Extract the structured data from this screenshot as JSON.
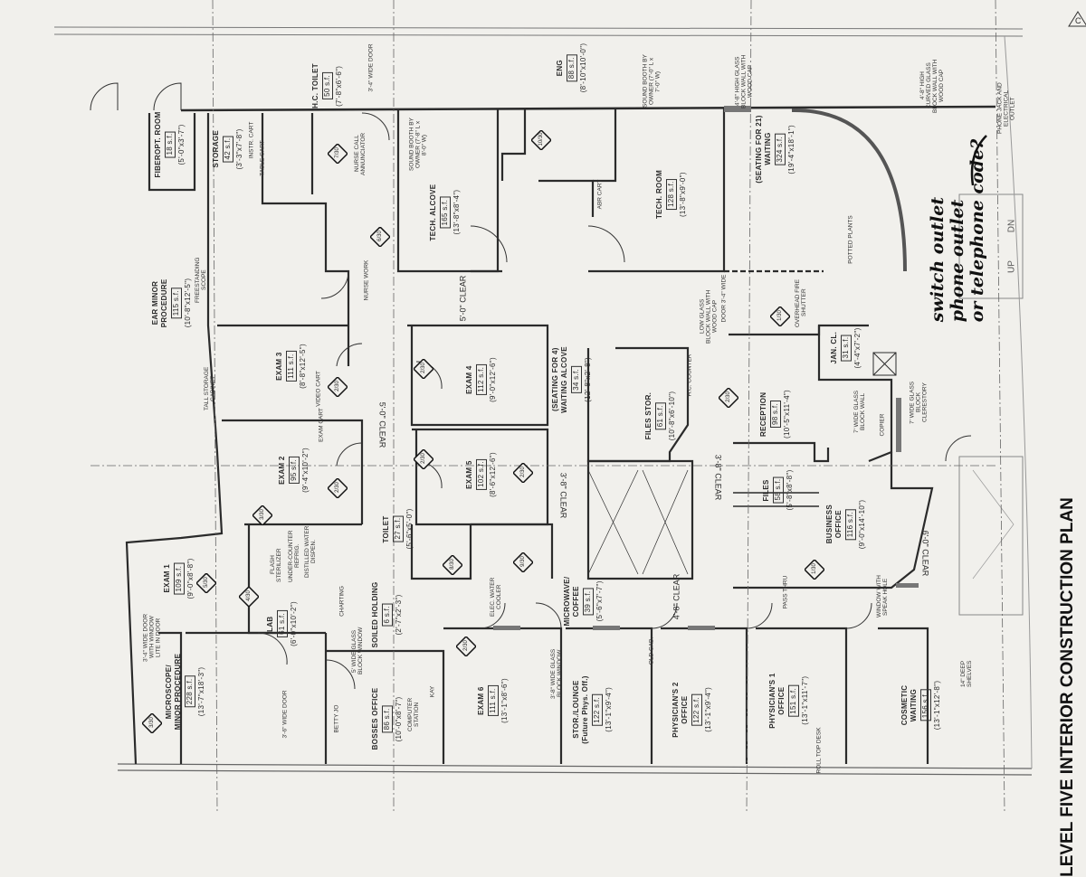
{
  "title": "LEVEL FIVE INTERIOR CONSTRUCTION PLAN",
  "revision_mark": "C",
  "handwritten_note": [
    "switch outlet",
    "phone outlet",
    "or telephone code?"
  ],
  "stair_labels": {
    "up": "UP",
    "down": "DN"
  },
  "rooms": [
    {
      "name": [
        "FIBEROPT. ROOM"
      ],
      "area": "18 s.f.",
      "dims": "(5'-0\"x3'-7\")"
    },
    {
      "name": [
        "STORAGE"
      ],
      "area": "42 s.f.",
      "dims": "(3'-3\"x7'-8\")"
    },
    {
      "name": [
        "H.C. TOILET"
      ],
      "area": "50 s.f.",
      "dims": "(7'-8\"x6'-6\")"
    },
    {
      "name": [
        "EAR MINOR",
        "PROCEDURE"
      ],
      "area": "115 s.f.",
      "dims": "(10'-8\"x12'-5\")"
    },
    {
      "name": [
        "EXAM 3"
      ],
      "area": "111 s.f.",
      "dims": "(8'-8\"x12'-5\")"
    },
    {
      "name": [
        "EXAM 2"
      ],
      "area": "95 s.f.",
      "dims": "(9'-4\"x10'-2\")"
    },
    {
      "name": [
        "EXAM 1"
      ],
      "area": "109 s.f.",
      "dims": "(9'-0\"x8'-8\")"
    },
    {
      "name": [
        "MICROSCOPE/",
        "MINOR PROCEDURE"
      ],
      "area": "228 s.f.",
      "dims": "(13'-7\"x18'-3\")"
    },
    {
      "name": [
        "LAB"
      ],
      "area": "61 s.f.",
      "dims": "(6'-0\"x10'-2\")"
    },
    {
      "name": [
        "SOILED HOLDING"
      ],
      "area": "6 s.f.",
      "dims": "(2'-7\"x2'-3\")"
    },
    {
      "name": [
        "BOSSES OFFICE"
      ],
      "area": "86 s.f.",
      "dims": "(10'-0\"x8'-7\")"
    },
    {
      "name": [
        "TOILET"
      ],
      "area": "27 s.f.",
      "dims": "(5'-6\"x5'-0\")"
    },
    {
      "name": [
        "EXAM 4"
      ],
      "area": "112 s.f.",
      "dims": "(9'-0\"x12'-6\")"
    },
    {
      "name": [
        "EXAM 5"
      ],
      "area": "102 s.f.",
      "dims": "(8'-6\"x12'-6\")"
    },
    {
      "name": [
        "TECH. ALCOVE"
      ],
      "area": "165 s.f.",
      "dims": "(13'-8\"x8'-4\")"
    },
    {
      "name": [
        "ENG"
      ],
      "area": "88 s.f.",
      "dims": "(8'-10\"x10'-0\")"
    },
    {
      "name": [
        "TECH. ROOM"
      ],
      "area": "128 s.f.",
      "dims": "(13'-8\"x9'-0\")"
    },
    {
      "name": [
        "(SEATING FOR 21)",
        "WAITING"
      ],
      "area": "324 s.f.",
      "dims": "(19'-4\"x18'-1\")"
    },
    {
      "name": [
        "(SEATING FOR 4)",
        "WAITING ALCOVE"
      ],
      "area": "34 s.f.",
      "dims": "(12'-8\"x2'-8\")"
    },
    {
      "name": [
        "FILES STOR."
      ],
      "area": "61 s.f.",
      "dims": "(10'-8\"x6'-10\")"
    },
    {
      "name": [
        "RECEPTION"
      ],
      "area": "98 s.f.",
      "dims": "(10'-5\"x11'-4\")"
    },
    {
      "name": [
        "JAN. CL."
      ],
      "area": "31 s.f.",
      "dims": "(4'-4\"x7'-2\")"
    },
    {
      "name": [
        "FILES"
      ],
      "area": "58 s.f.",
      "dims": "(5'-8\"x8'-8\")"
    },
    {
      "name": [
        "BUSINESS",
        "OFFICE"
      ],
      "area": "116 s.f.",
      "dims": "(9'-0\"x14'-10\")"
    },
    {
      "name": [
        "MICROWAVE/",
        "COFFEE"
      ],
      "area": "39 s.f.",
      "dims": "(5'-6\"x7'-7\")"
    },
    {
      "name": [
        "EXAM 6"
      ],
      "area": "111 s.f.",
      "dims": "(13'-1\"x8'-6\")"
    },
    {
      "name": [
        "STOR./LOUNGE",
        "(Future Phys. Off.)"
      ],
      "area": "122 s.f.",
      "dims": "(13'-1\"x9'-4\")"
    },
    {
      "name": [
        "PHYSICIAN'S 2",
        "OFFICE"
      ],
      "area": "122 s.f.",
      "dims": "(13'-1\"x9'-4\")"
    },
    {
      "name": [
        "PHYSICIAN'S 1",
        "OFFICE"
      ],
      "area": "151 s.f.",
      "dims": "(13'-1\"x11'-7\")"
    },
    {
      "name": [
        "COSMETIC",
        "WAITING"
      ],
      "area": "156 s.f.",
      "dims": "(13'-1\"x12'-8\")"
    }
  ],
  "clearances": [
    "5'-0\" CLEAR",
    "5'-0\" CLEAR",
    "3'-8\" CLEAR",
    "3'-8\" CLEAR",
    "4'-8\" CLEAR",
    "6'-0\" CLEAR"
  ],
  "notes": [
    "3'-4\" WIDE DOOR",
    "NURSE CALL ANNUNCIATOR",
    "INSTR. CART",
    "TABLE CART",
    "FREESTANDING SCOPE",
    "NURSE WORK",
    "SOUND BOOTH BY OWNER (7'-8\" L x 8'-0\" W)",
    "SOUND BOOTH BY OWNER (7'-0\" L x 7'-0\" W)",
    "ABR CART",
    "4'-8\" HIGH GLASS BLOCK WALL WITH WOOD CAP",
    "4'-8\" HIGH CURVED GLASS BLOCK WALL WITH WOOD CAP",
    "PHONE JACK AND ELECTRICAL OUTLET",
    "POTTED PLANTS",
    "DOOR 3'-4\" WIDE",
    "TALL STORAGE CABINET",
    "EXAM CART",
    "VIDEO CART",
    "LOW GLASS BLOCK WALL WITH WOOD CAP",
    "OVERHEAD FIRE SHUTTER",
    "H.C. COUNTER",
    "7' WIDE GLASS BLOCK WALL",
    "COPIER",
    "7' WIDE GLASS BLOCK CLERESTORY",
    "FLASH STERILIZER",
    "UNDER-COUNTER REFRIG.",
    "DISTILLED WATER DISPEN.",
    "CHARTING",
    "5' WIDE GLASS BLOCK WINDOW",
    "3'-6\" WIDE DOOR",
    "COMPUTER STATION",
    "BETTY JO",
    "KAY",
    "ELEC. WATER COOLER",
    "3'-8\" WIDE GLASS BLOCK WINDOW",
    "OLD CAB.",
    "PASS THRU",
    "ROLL TOP DESK",
    "WINDOW WITH SPEAK HOLE",
    "14\" DEEP SHELVES",
    "3'-4\" WIDE DOOR WITH WINDOW LITE IN DOOR"
  ],
  "tags": [
    "7/30",
    "6/30",
    "10/30",
    "2/30",
    "2/30",
    "2/30",
    "2/30",
    "2/30",
    "3/30",
    "4/30",
    "8/30",
    "9/30",
    "1/30",
    "2/30",
    "1/30",
    "2/30",
    "3/30",
    "5/30"
  ]
}
